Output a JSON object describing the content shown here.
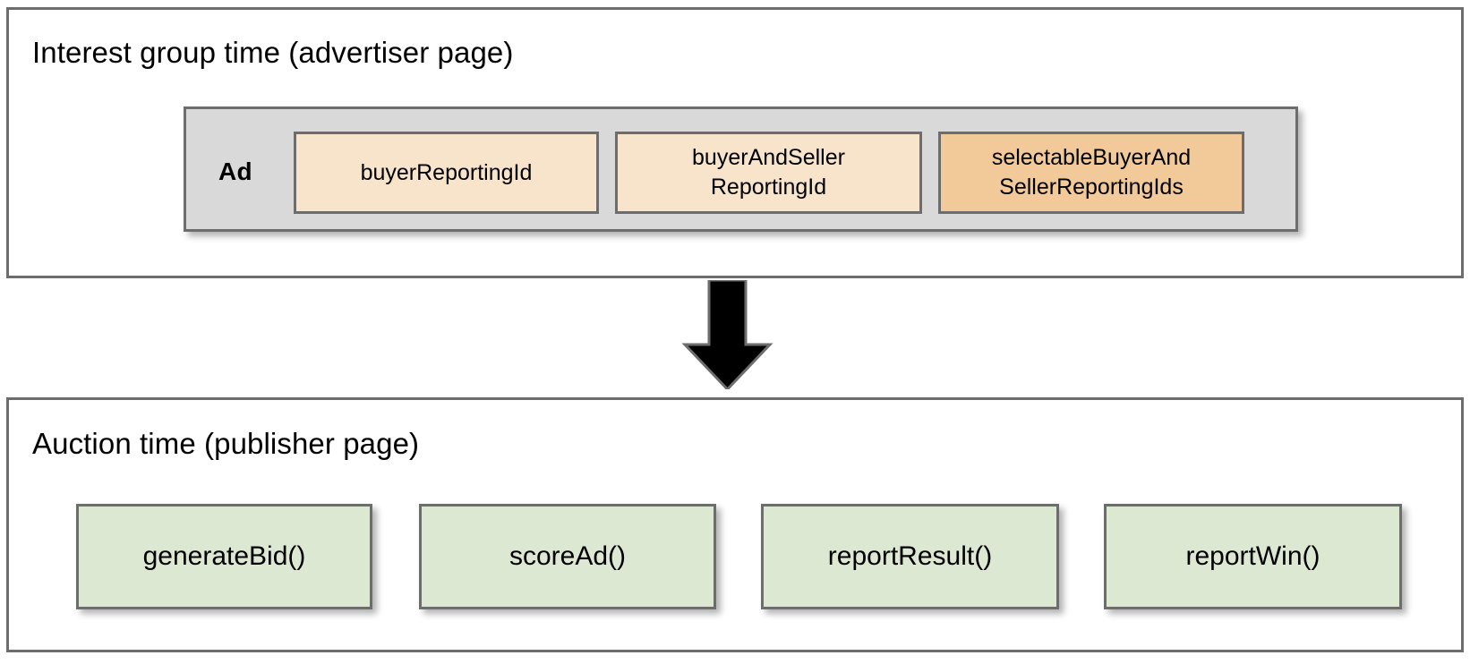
{
  "diagram": {
    "title_semantic": "protected-audience-reporting-ids-flow",
    "colors": {
      "panel_border": "#6d6d6d",
      "ad_container_fill": "#d9d9d9",
      "field_light_fill": "#f8e4cb",
      "field_dark_fill": "#f2c998",
      "function_fill": "#dde8d2",
      "arrow_fill": "#000000",
      "text": "#000000",
      "background": "#ffffff"
    }
  },
  "advertiser_panel": {
    "title": "Interest group time (advertiser page)",
    "ad_group": {
      "label": "Ad",
      "fields": [
        {
          "label": "buyerReportingId",
          "tone": "light"
        },
        {
          "label": "buyerAndSeller\nReportingId",
          "line1": "buyerAndSeller",
          "line2": "ReportingId",
          "tone": "light"
        },
        {
          "label": "selectableBuyerAnd\nSellerReportingIds",
          "line1": "selectableBuyerAnd",
          "line2": "SellerReportingIds",
          "tone": "dark"
        }
      ]
    }
  },
  "flow": {
    "arrow_icon": "arrow-down-icon",
    "direction": "down"
  },
  "auction_panel": {
    "title": "Auction time (publisher page)",
    "functions": [
      {
        "label": "generateBid()"
      },
      {
        "label": "scoreAd()"
      },
      {
        "label": "reportResult()"
      },
      {
        "label": "reportWin()"
      }
    ]
  }
}
